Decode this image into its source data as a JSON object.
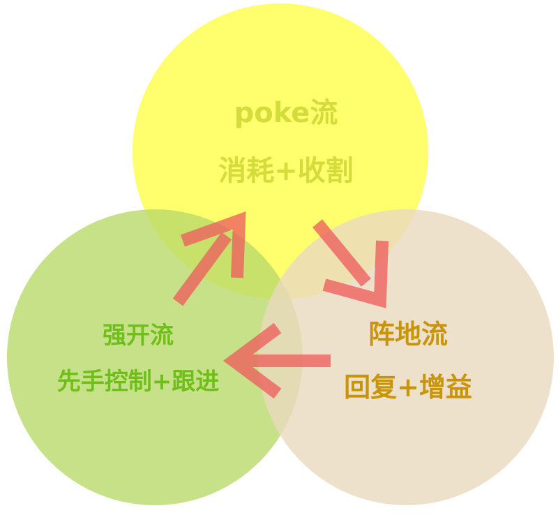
{
  "circles": {
    "poke": {
      "title": "poke流",
      "subtitle": "消耗+收割",
      "fill": "#ffff66",
      "text_color": "#d4dc3c"
    },
    "aggressive": {
      "title": "强开流",
      "subtitle": "先手控制+跟进",
      "fill": "#b9d96a",
      "text_color": "#6fbf1a"
    },
    "siege": {
      "title": "阵地流",
      "subtitle": "回复+增益",
      "fill": "#ead9bf",
      "text_color": "#c8940a"
    }
  },
  "arrow_color": "#ee5f5f",
  "arrows": [
    {
      "from": "强开流",
      "to": "poke流"
    },
    {
      "from": "poke流",
      "to": "阵地流"
    },
    {
      "from": "阵地流",
      "to": "强开流"
    }
  ]
}
